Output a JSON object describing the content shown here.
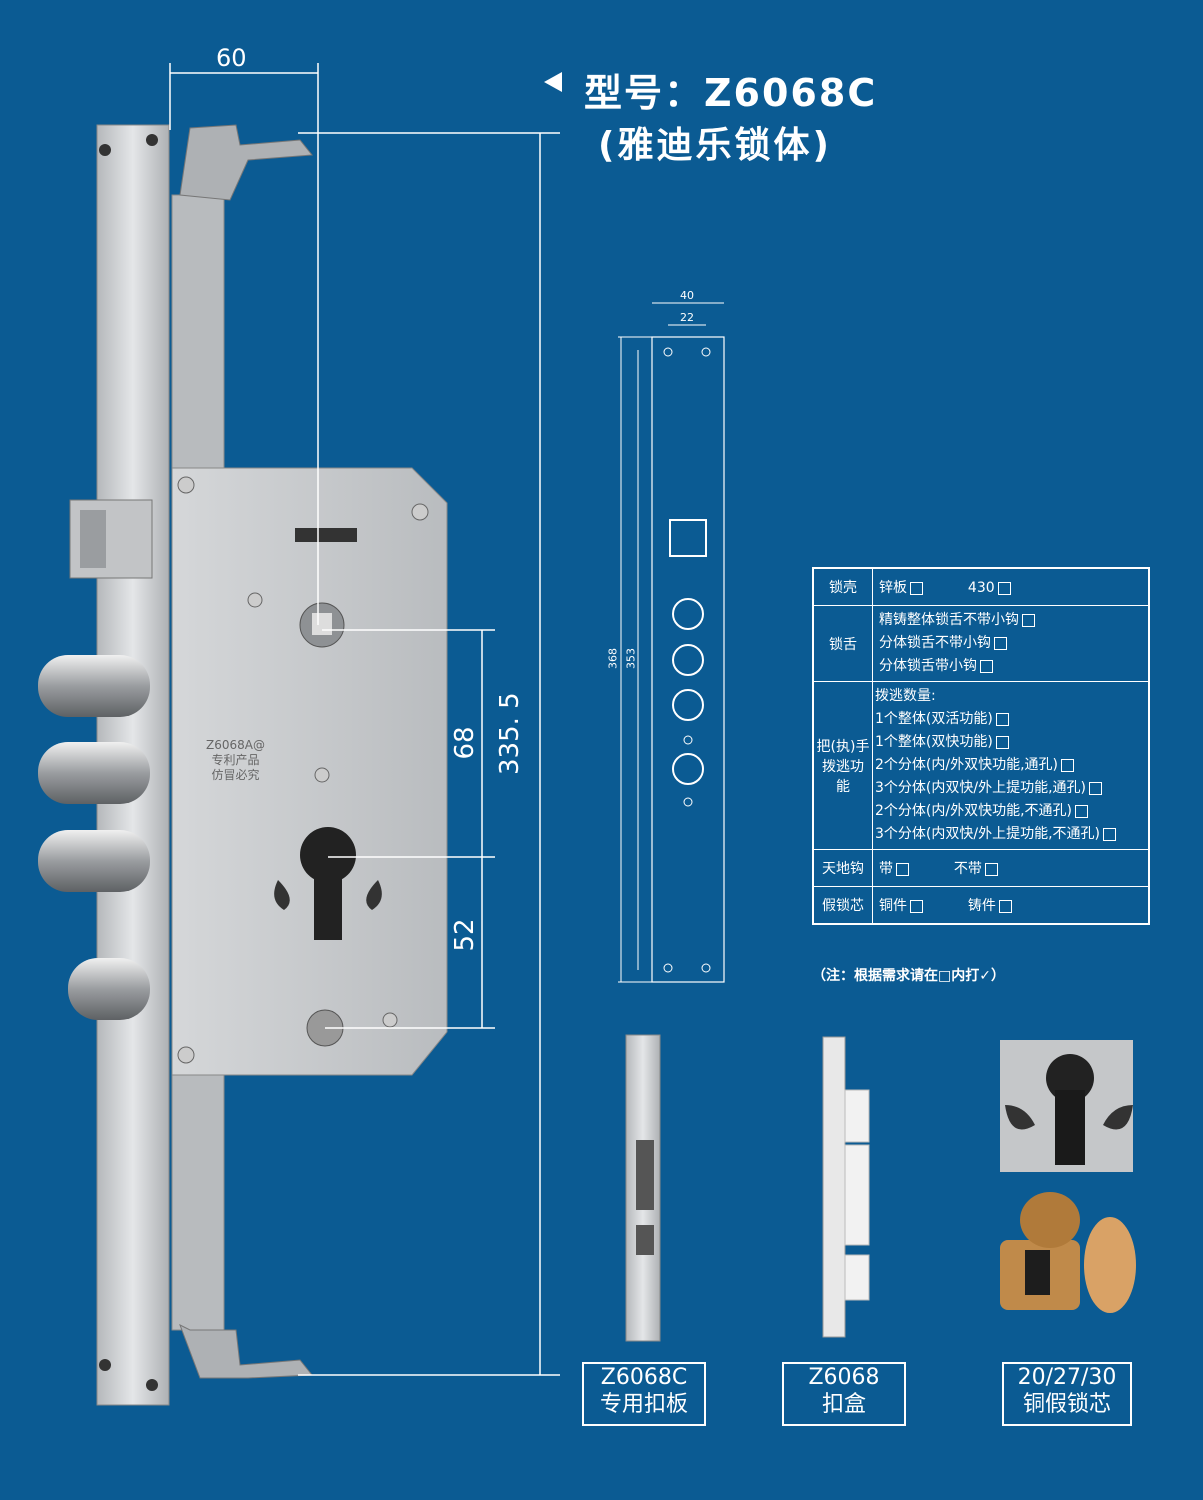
{
  "header": {
    "model_line": "型号：Z6068C",
    "name_line": "(雅迪乐锁体)"
  },
  "main_drawing": {
    "dim_width": "60",
    "dim_total": "335. 5",
    "dim_upper": "68",
    "dim_lower": "52",
    "body_label_1": "Z6068A@",
    "body_label_2": "专利产品",
    "body_label_3": "仿冒必究"
  },
  "faceplate_drawing": {
    "dim_outer": "40",
    "dim_inner": "22",
    "dim_len_1": "368",
    "dim_len_2": "353"
  },
  "spec_table": {
    "rows": [
      {
        "label": "锁壳",
        "lines": [
          "锌板",
          "430"
        ]
      },
      {
        "label": "锁舌",
        "lines": [
          "精铸整体锁舌不带小钩",
          "分体锁舌不带小钩",
          "分体锁舌带小钩"
        ]
      },
      {
        "label": "把(执)手拨逃功能",
        "heading": "拨逃数量:",
        "lines": [
          "1个整体(双活功能)",
          "1个整体(双快功能)",
          "2个分体(内/外双快功能,通孔)",
          "3个分体(内双快/外上提功能,通孔)",
          "2个分体(内/外双快功能,不通孔)",
          "3个分体(内双快/外上提功能,不通孔)"
        ]
      },
      {
        "label": "天地钩",
        "lines": [
          "带",
          "不带"
        ]
      },
      {
        "label": "假锁芯",
        "lines": [
          "铜件",
          "铸件"
        ]
      }
    ],
    "note": "（注：根据需求请在□内打✓）"
  },
  "captions": {
    "strike_1": "Z6068C",
    "strike_2": "专用扣板",
    "box_1": "Z6068",
    "box_2": "扣盒",
    "cyl_1": "20/27/30",
    "cyl_2": "铜假锁芯"
  },
  "colors": {
    "background": "#0b5b93",
    "steel": "#c9cbcd",
    "brass": "#c08a4a"
  }
}
